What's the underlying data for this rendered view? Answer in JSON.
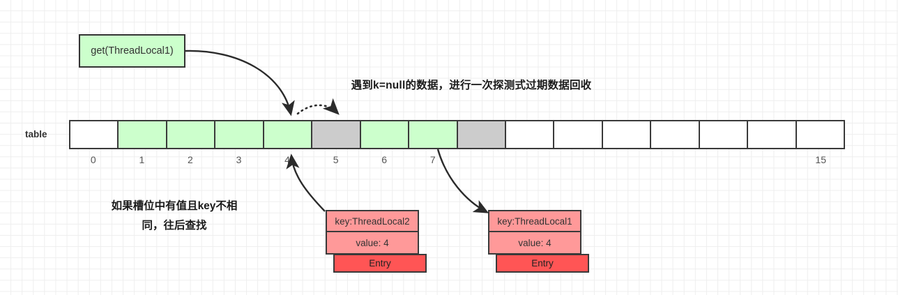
{
  "diagram": {
    "title_note_top": "遇到k=null的数据，进行一次探测式过期数据回收",
    "note_left_line1": "如果槽位中有值且key不相",
    "note_left_line2": "同，往后查找",
    "call_box_label": "get(ThreadLocal1)",
    "table_label": "table"
  },
  "colors": {
    "green_slot": "#ccffcc",
    "gray_slot": "#cccccc",
    "empty_slot": "#ffffff",
    "entry_field": "#ff9999",
    "entry_tag": "#ff5555",
    "stroke": "#3a3a3a",
    "grid": "#eeeeee"
  },
  "table": {
    "slots": [
      {
        "index": 0,
        "state": "empty",
        "label": "0"
      },
      {
        "index": 1,
        "state": "green",
        "label": "1"
      },
      {
        "index": 2,
        "state": "green",
        "label": "2"
      },
      {
        "index": 3,
        "state": "green",
        "label": "3"
      },
      {
        "index": 4,
        "state": "green",
        "label": "4"
      },
      {
        "index": 5,
        "state": "gray",
        "label": "5"
      },
      {
        "index": 6,
        "state": "green",
        "label": "6"
      },
      {
        "index": 7,
        "state": "green",
        "label": "7"
      },
      {
        "index": 8,
        "state": "gray",
        "label": ""
      },
      {
        "index": 9,
        "state": "empty",
        "label": ""
      },
      {
        "index": 10,
        "state": "empty",
        "label": ""
      },
      {
        "index": 11,
        "state": "empty",
        "label": ""
      },
      {
        "index": 12,
        "state": "empty",
        "label": ""
      },
      {
        "index": 13,
        "state": "empty",
        "label": ""
      },
      {
        "index": 14,
        "state": "empty",
        "label": ""
      },
      {
        "index": 15,
        "state": "empty",
        "label": "15"
      }
    ]
  },
  "entries": [
    {
      "id": "entry-left",
      "key": "key:ThreadLocal2",
      "value": "value: 4",
      "tag": "Entry",
      "points_to_slot": 4
    },
    {
      "id": "entry-right",
      "key": "key:ThreadLocal1",
      "value": "value: 4",
      "tag": "Entry",
      "points_to_slot": 7
    }
  ],
  "connectors": [
    {
      "name": "get-call-to-slot4",
      "from": "call_box",
      "to": "slot-4-top",
      "style": "solid-curve-arrow"
    },
    {
      "name": "slot4-to-slot5-probe",
      "from": "slot-4-top",
      "to": "slot-5-top",
      "style": "dotted-arc-arrow"
    },
    {
      "name": "entry2-to-slot4",
      "from": "entry-left",
      "to": "slot-4-bottom",
      "style": "solid-curve-arrow"
    },
    {
      "name": "slot7-to-entry1",
      "from": "slot-7-bottom",
      "to": "entry-right",
      "style": "solid-curve-arrow"
    }
  ]
}
